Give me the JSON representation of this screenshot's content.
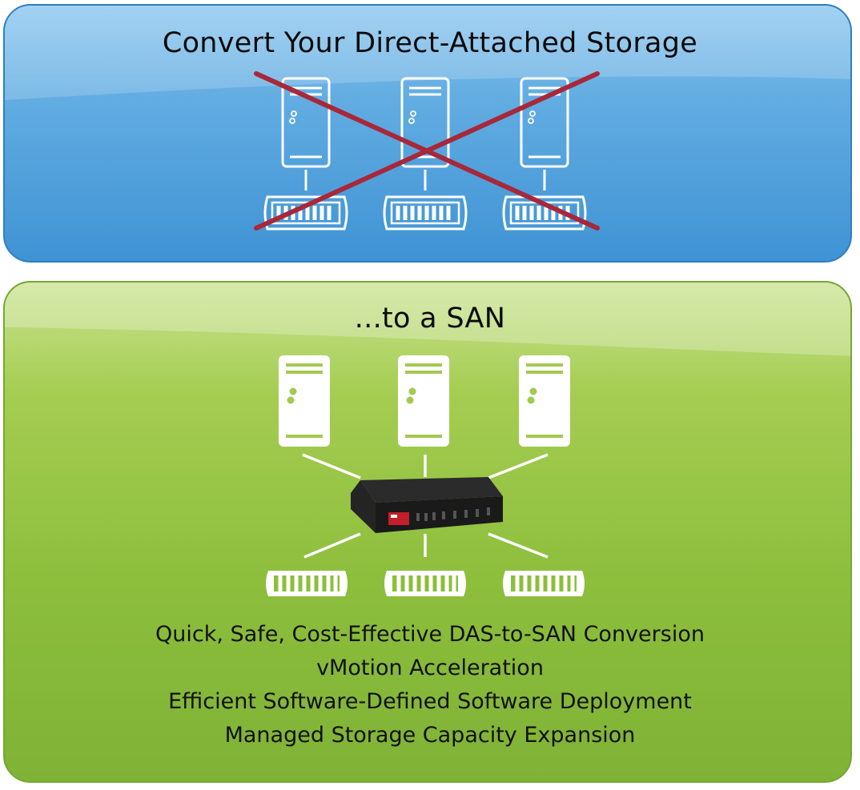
{
  "top_panel": {
    "title": "Convert Your Direct-Attached Storage",
    "server_icons": [
      "server-icon",
      "server-icon",
      "server-icon"
    ],
    "storage_icons": [
      "storage-array-icon",
      "storage-array-icon",
      "storage-array-icon"
    ],
    "cross_out_icon": "cross-out-icon"
  },
  "bottom_panel": {
    "title": "...to a SAN",
    "server_icons": [
      "server-icon",
      "server-icon",
      "server-icon"
    ],
    "switch_icon": "san-appliance-icon",
    "storage_icons": [
      "storage-array-icon",
      "storage-array-icon",
      "storage-array-icon"
    ],
    "features": [
      "Quick, Safe, Cost-Effective DAS-to-SAN Conversion",
      "vMotion Acceleration",
      "Efficient Software-Defined Software Deployment",
      "Managed Storage Capacity Expansion"
    ]
  },
  "colors": {
    "top_panel": "#4a9ad8",
    "bottom_panel": "#8dbe3c",
    "cross_out": "#a8283a",
    "icon_outline": "#ffffff"
  }
}
